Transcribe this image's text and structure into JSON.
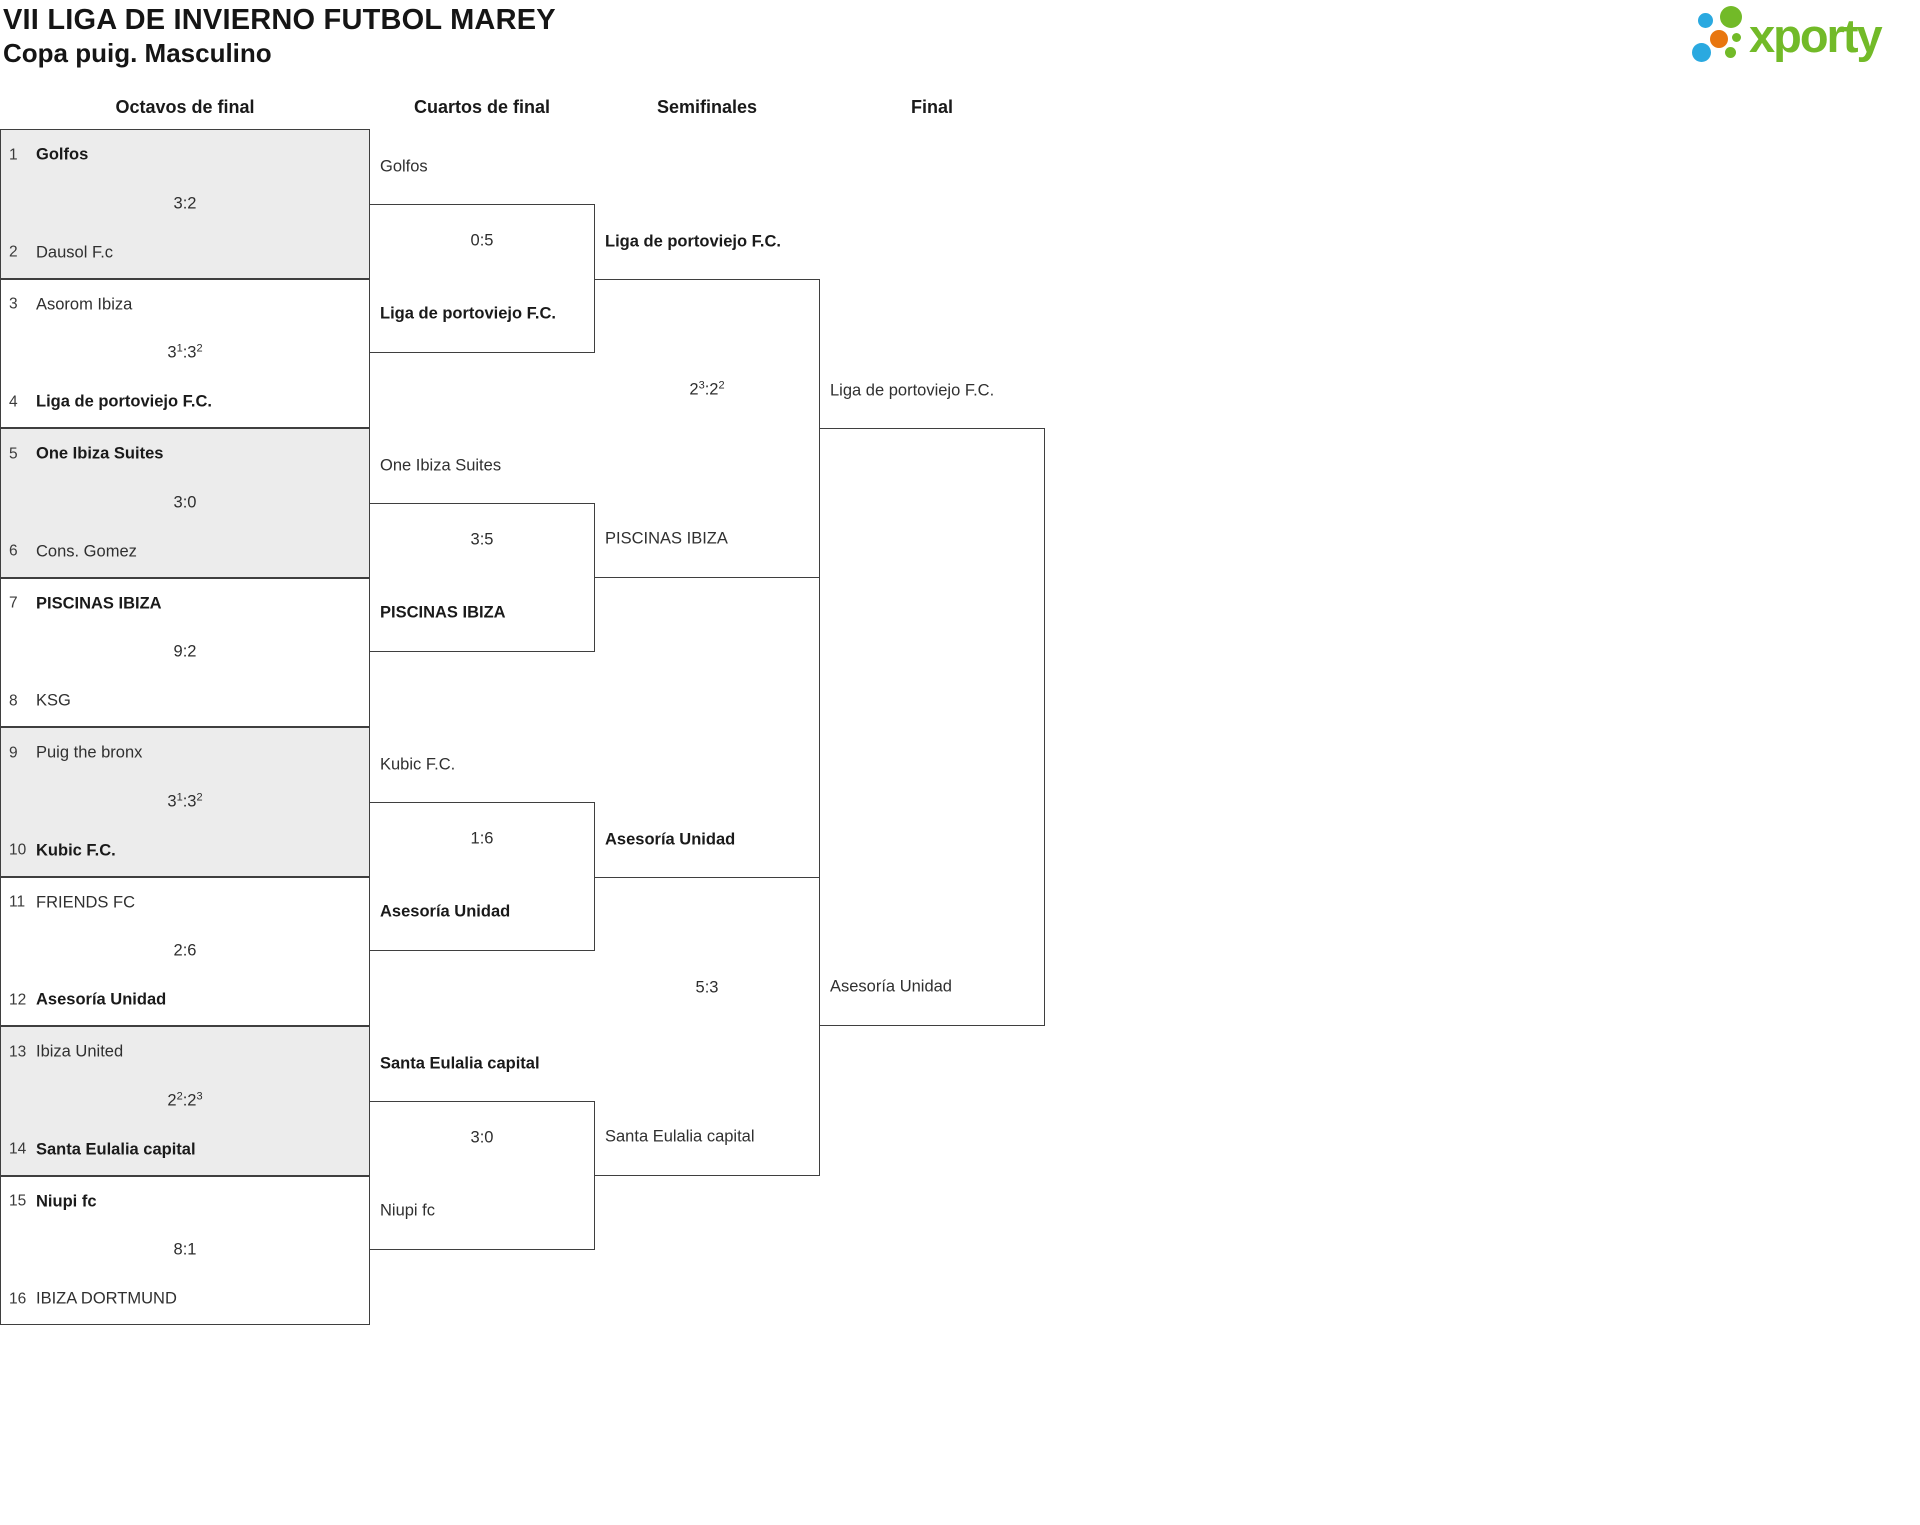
{
  "header": {
    "title": "VII LIGA DE INVIERNO FUTBOL MAREY",
    "subtitle": "Copa puig. Masculino",
    "logo_text": "xporty"
  },
  "colors": {
    "logo_green": "#72ba28",
    "logo_blue": "#2aa9e0",
    "logo_orange": "#e8760f",
    "box_shaded": "#ececec",
    "border": "#3f3f3f"
  },
  "columns": [
    "Octavos de final",
    "Cuartos de final",
    "Semifinales",
    "Final"
  ],
  "rounds": {
    "octavos": [
      {
        "seed1": "1",
        "team1": "Golfos",
        "w1": true,
        "seed2": "2",
        "team2": "Dausol F.c",
        "w2": false,
        "shaded": true,
        "score": {
          "a": "3",
          "as": "",
          "sep": ":",
          "b": "2",
          "bs": ""
        }
      },
      {
        "seed1": "3",
        "team1": "Asorom Ibiza",
        "w1": false,
        "seed2": "4",
        "team2": "Liga de portoviejo F.C.",
        "w2": true,
        "shaded": false,
        "score": {
          "a": "3",
          "as": "1",
          "sep": ":",
          "b": "3",
          "bs": "2"
        }
      },
      {
        "seed1": "5",
        "team1": "One Ibiza Suites",
        "w1": true,
        "seed2": "6",
        "team2": "Cons. Gomez",
        "w2": false,
        "shaded": true,
        "score": {
          "a": "3",
          "as": "",
          "sep": ":",
          "b": "0",
          "bs": ""
        }
      },
      {
        "seed1": "7",
        "team1": "PISCINAS IBIZA",
        "w1": true,
        "seed2": "8",
        "team2": "KSG",
        "w2": false,
        "shaded": false,
        "score": {
          "a": "9",
          "as": "",
          "sep": ":",
          "b": "2",
          "bs": ""
        }
      },
      {
        "seed1": "9",
        "team1": "Puig the bronx",
        "w1": false,
        "seed2": "10",
        "team2": "Kubic F.C.",
        "w2": true,
        "shaded": true,
        "score": {
          "a": "3",
          "as": "1",
          "sep": ":",
          "b": "3",
          "bs": "2"
        }
      },
      {
        "seed1": "11",
        "team1": "FRIENDS FC",
        "w1": false,
        "seed2": "12",
        "team2": "Asesoría Unidad",
        "w2": true,
        "shaded": false,
        "score": {
          "a": "2",
          "as": "",
          "sep": ":",
          "b": "6",
          "bs": ""
        }
      },
      {
        "seed1": "13",
        "team1": "Ibiza United",
        "w1": false,
        "seed2": "14",
        "team2": "Santa Eulalia capital",
        "w2": true,
        "shaded": true,
        "score": {
          "a": "2",
          "as": "2",
          "sep": ":",
          "b": "2",
          "bs": "3"
        }
      },
      {
        "seed1": "15",
        "team1": "Niupi fc",
        "w1": true,
        "seed2": "16",
        "team2": "IBIZA DORTMUND",
        "w2": false,
        "shaded": false,
        "score": {
          "a": "8",
          "as": "",
          "sep": ":",
          "b": "1",
          "bs": ""
        }
      }
    ],
    "cuartos": [
      {
        "team1": "Golfos",
        "w1": false,
        "team2": "Liga de portoviejo F.C.",
        "w2": true,
        "score": {
          "a": "0",
          "as": "",
          "sep": ":",
          "b": "5",
          "bs": ""
        }
      },
      {
        "team1": "One Ibiza Suites",
        "w1": false,
        "team2": "PISCINAS IBIZA",
        "w2": true,
        "score": {
          "a": "3",
          "as": "",
          "sep": ":",
          "b": "5",
          "bs": ""
        }
      },
      {
        "team1": "Kubic F.C.",
        "w1": false,
        "team2": "Asesoría Unidad",
        "w2": true,
        "score": {
          "a": "1",
          "as": "",
          "sep": ":",
          "b": "6",
          "bs": ""
        }
      },
      {
        "team1": "Santa Eulalia capital",
        "w1": true,
        "team2": "Niupi fc",
        "w2": false,
        "score": {
          "a": "3",
          "as": "",
          "sep": ":",
          "b": "0",
          "bs": ""
        }
      }
    ],
    "semifinales": [
      {
        "team1": "Liga de portoviejo F.C.",
        "w1": true,
        "team2": "PISCINAS IBIZA",
        "w2": false,
        "score": {
          "a": "2",
          "as": "3",
          "sep": ":",
          "b": "2",
          "bs": "2"
        }
      },
      {
        "team1": "Asesoría Unidad",
        "w1": true,
        "team2": "Santa Eulalia capital",
        "w2": false,
        "score": {
          "a": "5",
          "as": "",
          "sep": ":",
          "b": "3",
          "bs": ""
        }
      }
    ],
    "final": [
      {
        "team1": "Liga de portoviejo F.C.",
        "w1": false,
        "team2": "Asesoría Unidad",
        "w2": false,
        "score": {
          "a": "",
          "as": "",
          "sep": "",
          "b": "",
          "bs": ""
        }
      }
    ]
  }
}
